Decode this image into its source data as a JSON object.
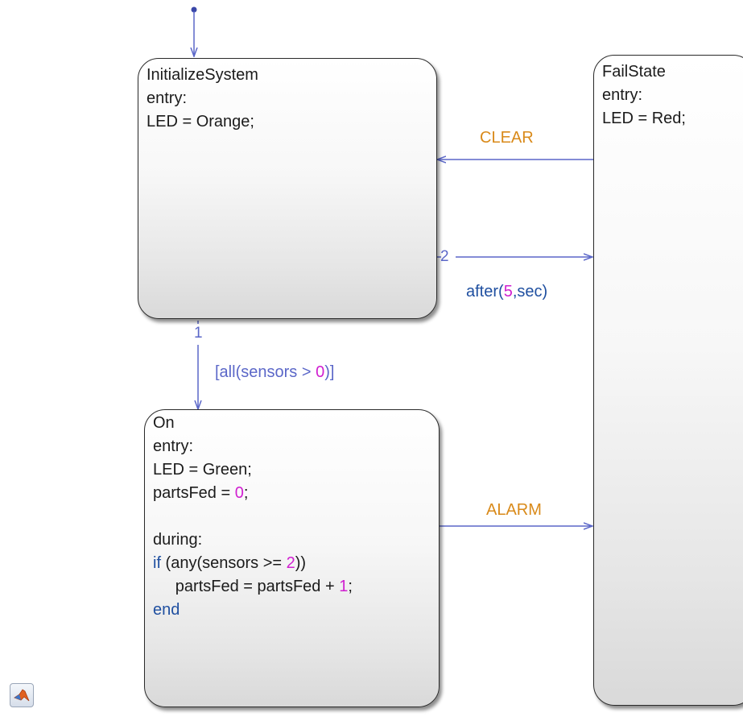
{
  "states": {
    "initialize": {
      "name": "InitializeSystem",
      "entry_label": "entry:",
      "entry_action": "LED = Orange;"
    },
    "fail": {
      "name": "FailState",
      "entry_label": "entry:",
      "entry_action": "LED = Red;"
    },
    "on": {
      "name": "On",
      "entry_label": "entry:",
      "entry_action_1": "LED = Green;",
      "parts_var": "partsFed = ",
      "parts_init": "0",
      "during_label": "during:",
      "if_kw": "if",
      "if_cond_a": " (any(sensors >= ",
      "if_num": "2",
      "if_cond_b": "))",
      "inc_a": "     partsFed = partsFed + ",
      "inc_num": "1",
      "inc_b": ";",
      "end_kw": "end"
    }
  },
  "transitions": {
    "clear": {
      "event": "CLEAR"
    },
    "timeout": {
      "priority": "2",
      "func": "after(",
      "num": "5",
      "rest": ",sec)"
    },
    "to_on": {
      "priority": "1",
      "cond_a": "[all(sensors > ",
      "num": "0",
      "cond_b": ")]"
    },
    "alarm": {
      "event": "ALARM"
    }
  },
  "colors": {
    "wire": "#5b67c8",
    "event": "#d98a1a",
    "keyword": "#1f4fa0",
    "number": "#d01fd0"
  },
  "icons": {
    "corner": "matlab-logo-icon"
  }
}
